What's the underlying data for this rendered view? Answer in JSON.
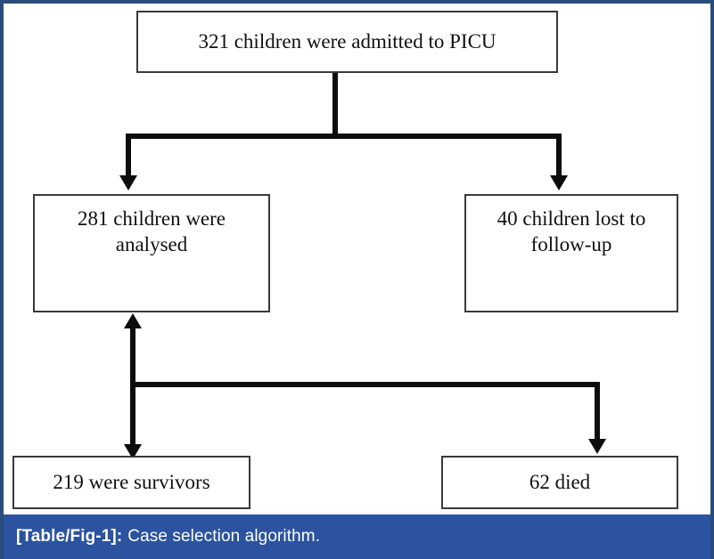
{
  "figure": {
    "border_color": "#2a4c7d",
    "canvas_background": "#ffffff",
    "line_color": "#0d0d0d",
    "box_border_color": "#3a3a3a"
  },
  "nodes": {
    "admitted": {
      "text": "321 children were admitted to PICU"
    },
    "analysed": {
      "text": "281 children were\nanalysed"
    },
    "lost": {
      "text": "40 children lost to\nfollow-up"
    },
    "survivors": {
      "text": "219 were survivors"
    },
    "died": {
      "text": "62 died"
    }
  },
  "connectors": {
    "top_split": {
      "from": "admitted",
      "to": [
        "analysed",
        "lost"
      ],
      "style": "single-arrow-down"
    },
    "analysed_link": {
      "from": "analysed",
      "to": "survivors",
      "style": "double-headed-arrow"
    },
    "died_link": {
      "from": "analysed",
      "to": "died",
      "style": "single-arrow-down"
    }
  },
  "caption": {
    "label": "[Table/Fig-1]:",
    "text": "Case selection algorithm.",
    "background_color": "#2b539f",
    "text_color": "#ffffff"
  }
}
